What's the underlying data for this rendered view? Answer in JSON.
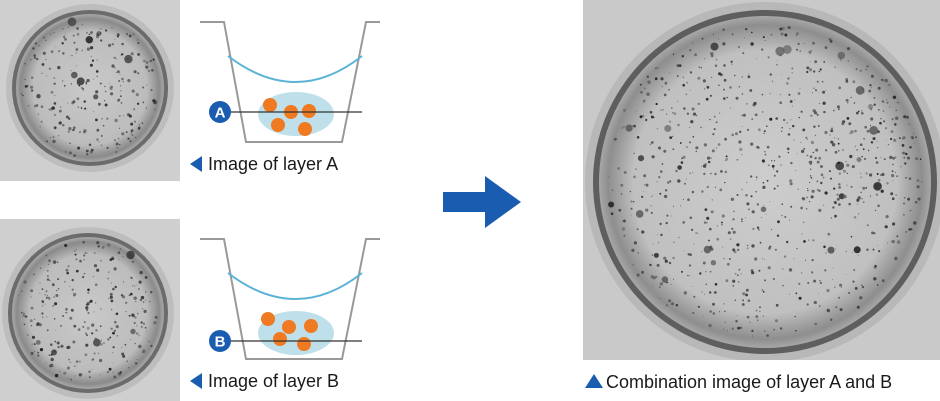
{
  "layer_a": {
    "caption": "Image of layer A",
    "badge": "A"
  },
  "layer_b": {
    "caption": "Image of layer B",
    "badge": "B"
  },
  "combined": {
    "caption": "Combination image of layer A and B"
  },
  "colors": {
    "accent_blue": "#1a5db0",
    "liquid_line": "#5bb3d6",
    "matrix_fill": "#bfe0ea",
    "cell_orange": "#f07a22",
    "well_outline": "#999999"
  },
  "icons": {
    "caption_marker_left": "triangle-left-icon",
    "caption_marker_up": "triangle-up-icon",
    "flow_arrow": "arrow-right-icon"
  }
}
